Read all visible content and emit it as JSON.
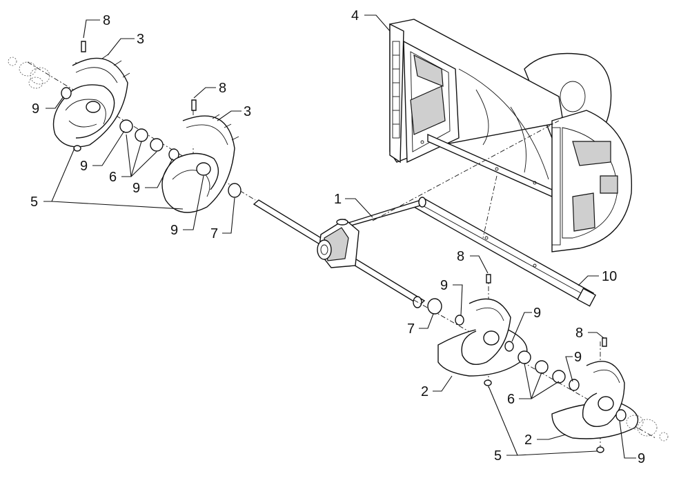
{
  "diagram": {
    "callouts": [
      {
        "id": "c-8a",
        "label": "8"
      },
      {
        "id": "c-3a",
        "label": "3"
      },
      {
        "id": "c-9a",
        "label": "9"
      },
      {
        "id": "c-9b",
        "label": "9"
      },
      {
        "id": "c-6a",
        "label": "6"
      },
      {
        "id": "c-9c",
        "label": "9"
      },
      {
        "id": "c-5a",
        "label": "5"
      },
      {
        "id": "c-8b",
        "label": "8"
      },
      {
        "id": "c-3b",
        "label": "3"
      },
      {
        "id": "c-9d",
        "label": "9"
      },
      {
        "id": "c-7a",
        "label": "7"
      },
      {
        "id": "c-4",
        "label": "4"
      },
      {
        "id": "c-1",
        "label": "1"
      },
      {
        "id": "c-10",
        "label": "10"
      },
      {
        "id": "c-8c",
        "label": "8"
      },
      {
        "id": "c-9e",
        "label": "9"
      },
      {
        "id": "c-9f",
        "label": "9"
      },
      {
        "id": "c-7b",
        "label": "7"
      },
      {
        "id": "c-8d",
        "label": "8"
      },
      {
        "id": "c-9g",
        "label": "9"
      },
      {
        "id": "c-6b",
        "label": "6"
      },
      {
        "id": "c-2a",
        "label": "2"
      },
      {
        "id": "c-2b",
        "label": "2"
      },
      {
        "id": "c-5b",
        "label": "5"
      },
      {
        "id": "c-9h",
        "label": "9"
      }
    ]
  }
}
